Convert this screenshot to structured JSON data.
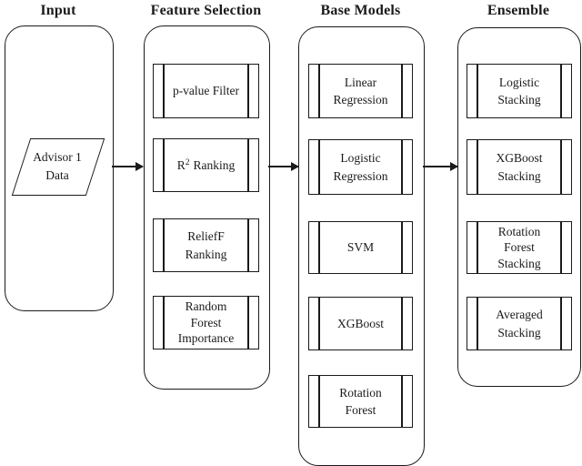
{
  "colors": {
    "line": "#1a1a1a",
    "text": "#1a1a1a",
    "background": "#ffffff"
  },
  "columns": [
    {
      "title": "Input",
      "items": [
        {
          "label": "Advisor 1\nData",
          "shape": "parallelogram"
        }
      ]
    },
    {
      "title": "Feature Selection",
      "items": [
        {
          "label": "p-value Filter"
        },
        {
          "label_base": "R",
          "label_sup": "2",
          "label_rest": "Ranking"
        },
        {
          "label": "ReliefF\nRanking"
        },
        {
          "label": "Random\nForest\nImportance"
        }
      ]
    },
    {
      "title": "Base Models",
      "items": [
        {
          "label": "Linear\nRegression"
        },
        {
          "label": "Logistic\nRegression"
        },
        {
          "label": "SVM"
        },
        {
          "label": "XGBoost"
        },
        {
          "label": "Rotation\nForest"
        }
      ]
    },
    {
      "title": "Ensemble",
      "items": [
        {
          "label": "Logistic\nStacking"
        },
        {
          "label": "XGBoost\nStacking"
        },
        {
          "label": "Rotation\nForest\nStacking"
        },
        {
          "label": "Averaged\nStacking"
        }
      ]
    }
  ]
}
